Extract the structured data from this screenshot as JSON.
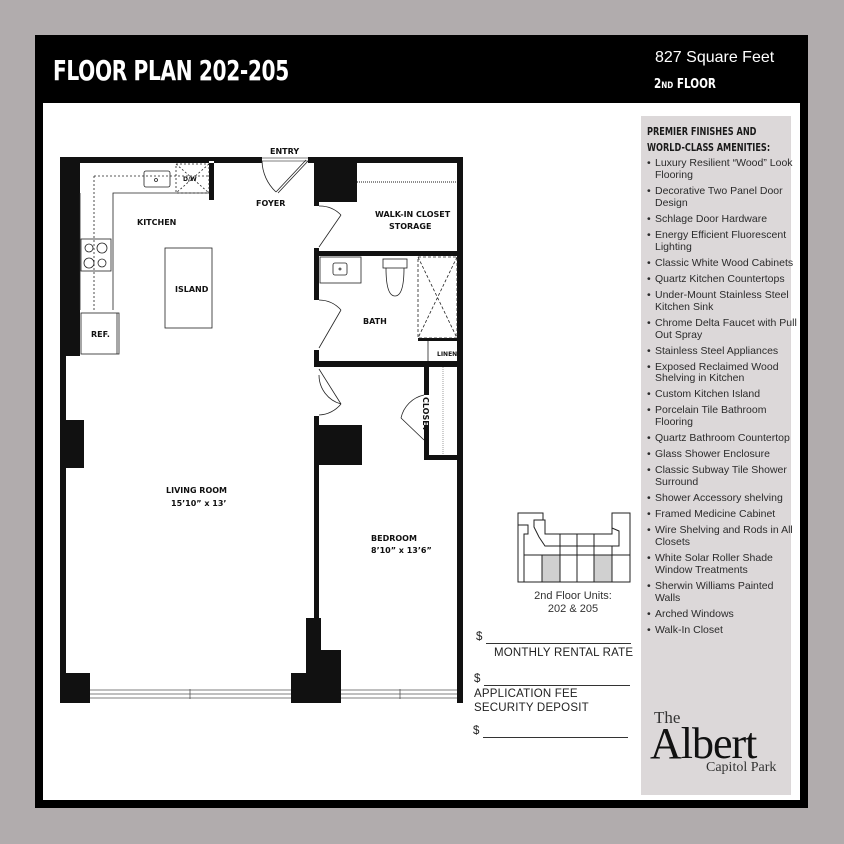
{
  "header": {
    "title": "FLOOR PLAN 202-205",
    "square_feet": "827 Square Feet",
    "floor_prefix": "2",
    "floor_suffix": "ND",
    "floor_label": "FLOOR"
  },
  "amenities": {
    "heading_line1": "PREMIER FINISHES AND",
    "heading_line2": "WORLD-CLASS AMENITIES:",
    "items": [
      "Luxury Resilient “Wood” Look Flooring",
      "Decorative Two Panel Door Design",
      "Schlage Door Hardware",
      "Energy Efficient Fluorescent Lighting",
      "Classic White Wood Cabinets",
      "Quartz Kitchen Countertops",
      "Under-Mount Stainless Steel Kitchen Sink",
      "Chrome Delta Faucet with Pull Out Spray",
      "Stainless Steel Appliances",
      "Exposed Reclaimed Wood Shelving in Kitchen",
      "Custom Kitchen Island",
      "Porcelain Tile Bathroom Flooring",
      "Quartz Bathroom Countertop",
      "Glass Shower Enclosure",
      "Classic Subway Tile Shower Surround",
      "Shower Accessory shelving",
      "Framed Medicine Cabinet",
      "Wire Shelving and Rods in All Closets",
      "White Solar Roller Shade Window Treatments",
      "Sherwin Williams Painted Walls",
      "Arched Windows",
      "Walk-In Closet"
    ]
  },
  "logo": {
    "the": "The",
    "name": "Albert",
    "location": "Capitol Park"
  },
  "rooms": {
    "entry": "ENTRY",
    "foyer": "FOYER",
    "kitchen": "KITCHEN",
    "island": "ISLAND",
    "ref": "REF.",
    "dw": "D/W",
    "walkin_line1": "WALK-IN CLOSET",
    "walkin_line2": "STORAGE",
    "bath": "BATH",
    "linen": "LINEN",
    "closet": "CLOSET",
    "living_name": "LIVING ROOM",
    "living_dims": "15’10” x 13’",
    "bedroom_name": "BEDROOM",
    "bedroom_dims": "8’10” x 13’6”"
  },
  "keyplan": {
    "caption_line1": "2nd Floor Units:",
    "caption_line2": "202 & 205",
    "highlight_color": "#d0d0d0"
  },
  "fees": {
    "currency": "$",
    "monthly_label": "MONTHLY RENTAL RATE",
    "application_label": "APPLICATION FEE",
    "deposit_label": "SECURITY DEPOSIT"
  },
  "colors": {
    "background": "#b1acad",
    "frame": "#000000",
    "panel": "#dcd8d9"
  }
}
